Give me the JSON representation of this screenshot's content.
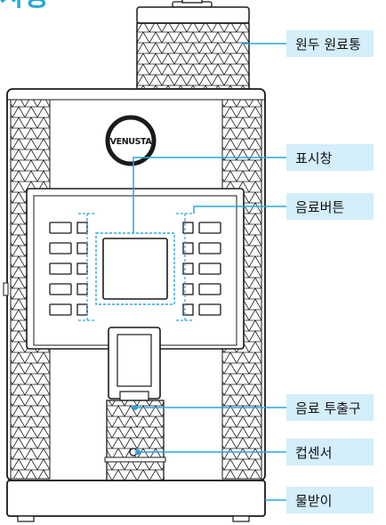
{
  "heading_fragment": "사용",
  "brand": "VENUSTA",
  "labels": {
    "bean_hopper": "원두 원료통",
    "display": "표시창",
    "drink_buttons": "음료버튼",
    "drink_outlet": "음료 투출구",
    "cup_sensor": "컵센서",
    "drip_tray": "물받이"
  },
  "colors": {
    "accent": "#2aa6de",
    "label_bg": "#d4eefa",
    "outline": "#1a1a1a"
  }
}
